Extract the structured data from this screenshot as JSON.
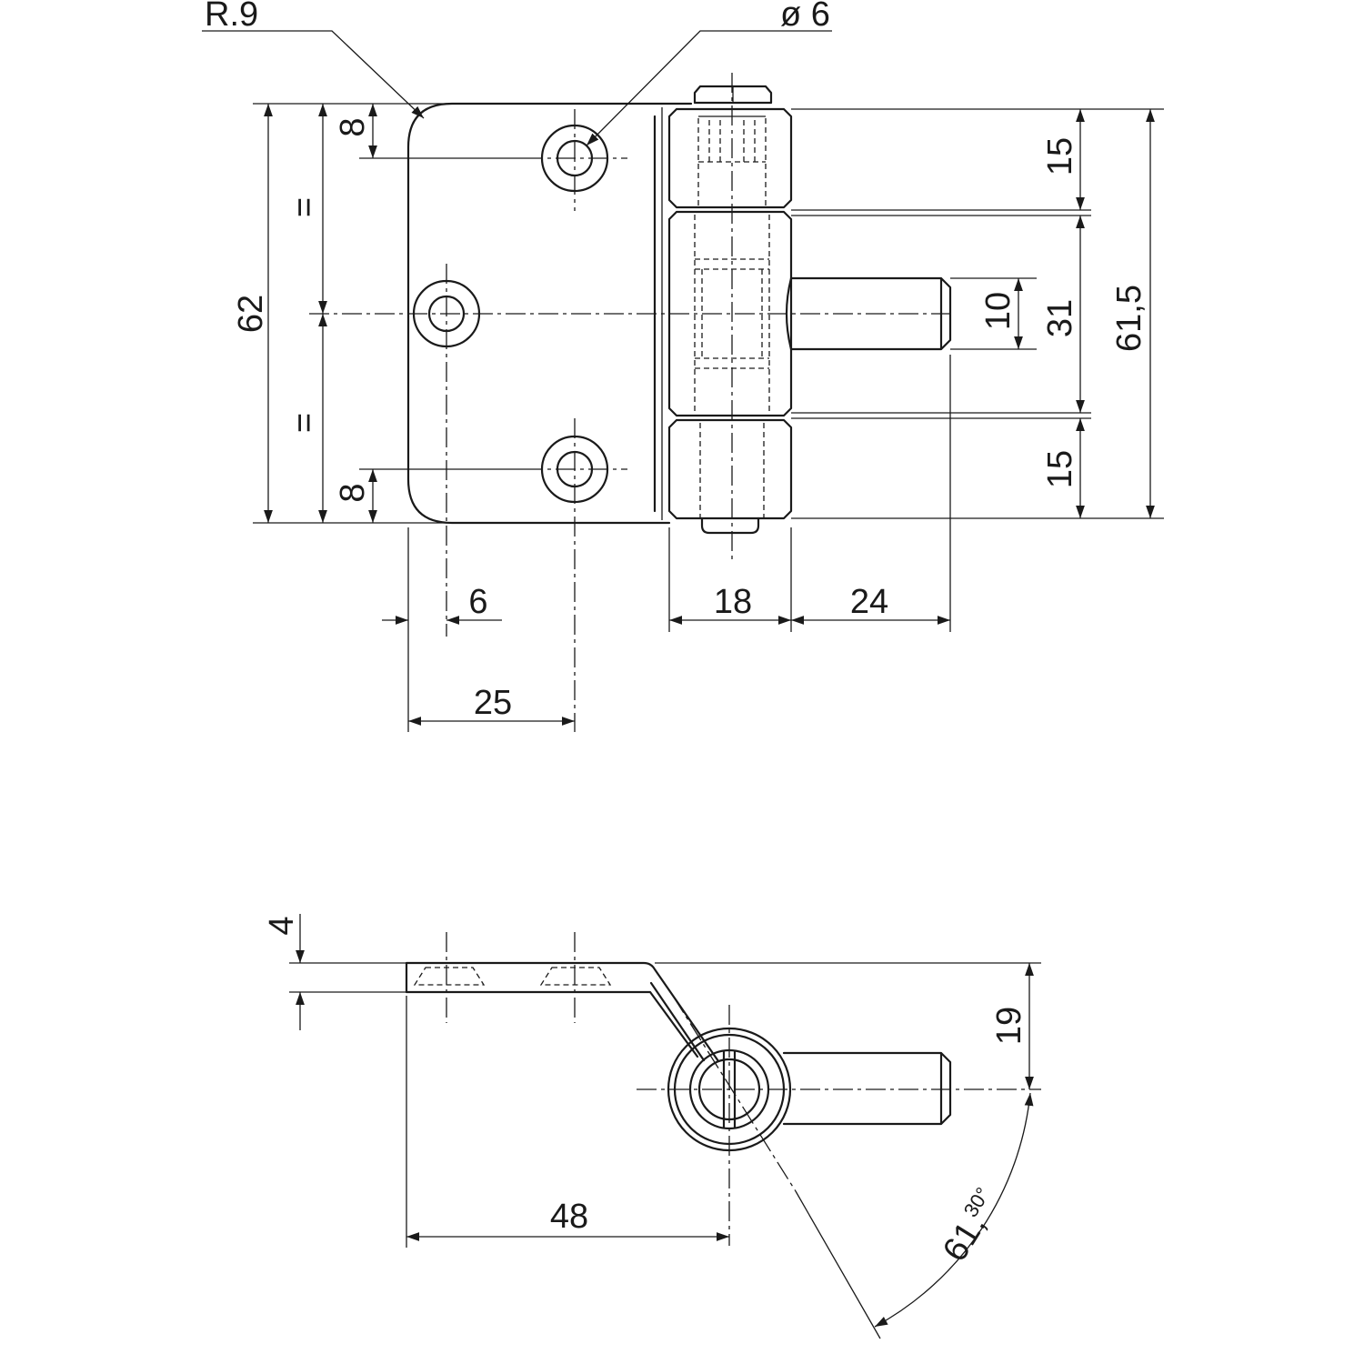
{
  "labels": {
    "radius": "R.9",
    "hole_diameter": "ø 6",
    "height_total": "62",
    "equal_top": "=",
    "equal_bottom": "=",
    "hole_offset_top": "8",
    "hole_offset_bottom": "8",
    "knuckle_top": "15",
    "knuckle_middle": "31",
    "knuckle_bottom": "15",
    "knuckle_total": "61,5",
    "pin_diameter": "10",
    "edge_to_hole": "6",
    "edge_to_hole_pair": "25",
    "knuckle_width": "18",
    "pin_length": "24",
    "thickness": "4",
    "offset_height": "19",
    "base_length": "48",
    "angle_main": "61,",
    "angle_minutes": "30°"
  }
}
